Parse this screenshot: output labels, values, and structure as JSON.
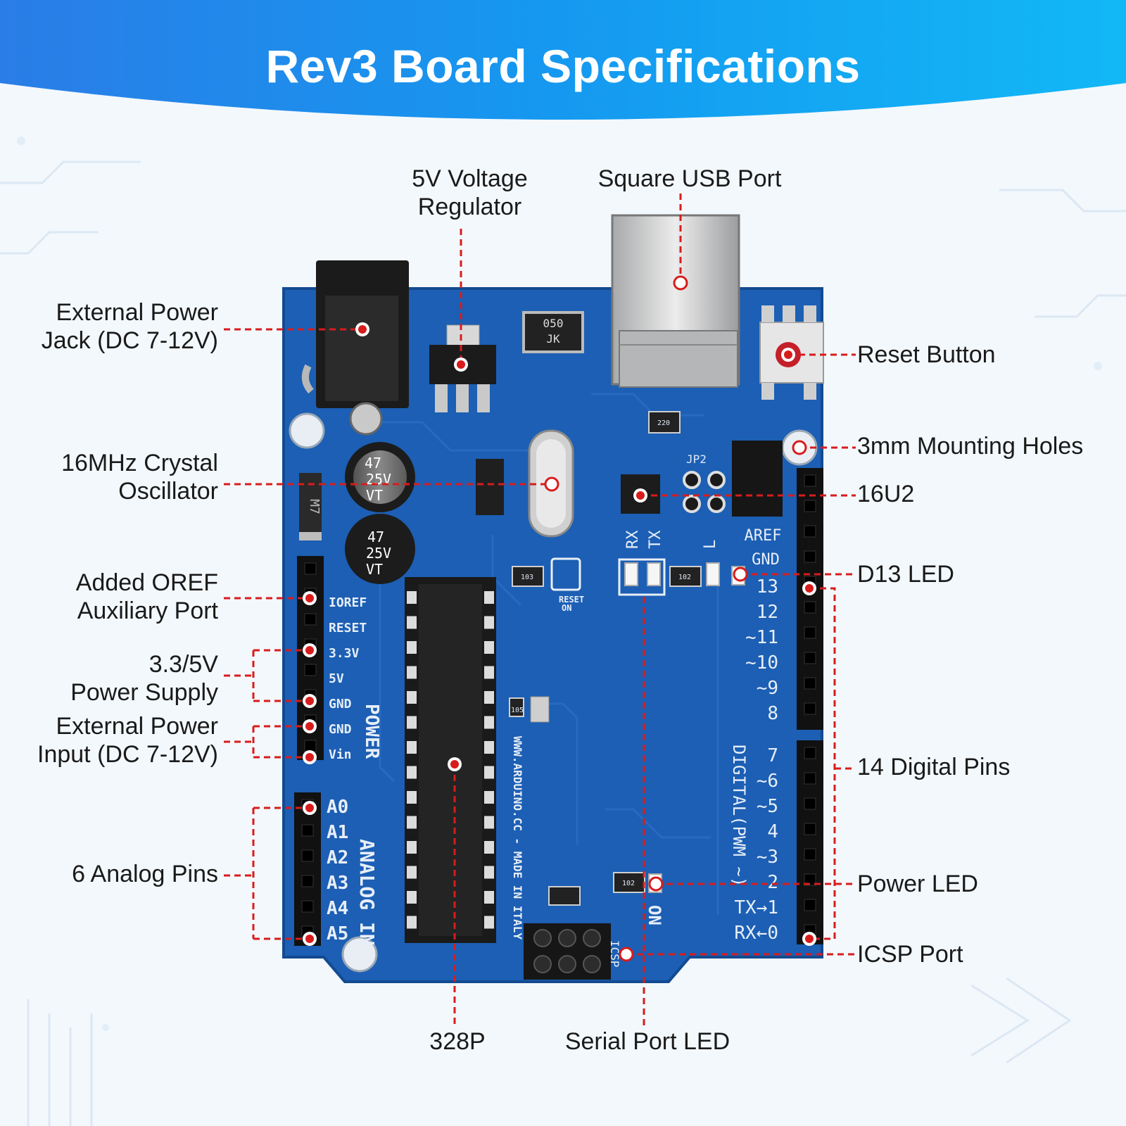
{
  "title": "Rev3 Board Specifications",
  "colors": {
    "banner_top": "#1f7fe6",
    "banner_bottom": "#10b4f5",
    "board": "#1b5fb3",
    "board_dark": "#124a92",
    "leader": "#d81c1c",
    "text": "#1a1a1a"
  },
  "callouts": {
    "external_power_jack": [
      "External Power",
      "Jack (DC 7-12V)"
    ],
    "voltage_regulator": [
      "5V Voltage",
      "Regulator"
    ],
    "usb_port": [
      "Square USB Port"
    ],
    "reset_button": [
      "Reset Button"
    ],
    "mounting_holes": [
      "3mm Mounting Holes"
    ],
    "crystal": [
      "16MHz Crystal",
      "Oscillator"
    ],
    "chip_16u2": [
      "16U2"
    ],
    "d13_led": [
      "D13 LED"
    ],
    "ioref_port": [
      "Added OREF",
      "Auxiliary Port"
    ],
    "power_supply": [
      "3.3/5V",
      "Power Supply"
    ],
    "external_input": [
      "External Power",
      "Input (DC 7-12V)"
    ],
    "analog_pins": [
      "6 Analog Pins"
    ],
    "digital_pins": [
      "14 Digital Pins"
    ],
    "power_led": [
      "Power LED"
    ],
    "icsp_port": [
      "ICSP Port"
    ],
    "chip_328p": [
      "328P"
    ],
    "serial_led": [
      "Serial Port LED"
    ]
  },
  "board_silkscreen": {
    "power_pins": [
      "IOREF",
      "RESET",
      "3.3V",
      "5V",
      "GND",
      "GND",
      "Vin"
    ],
    "power_header": "POWER",
    "analog_pins": [
      "A0",
      "A1",
      "A2",
      "A3",
      "A4",
      "A5"
    ],
    "analog_header": "ANALOG IN",
    "digital_pins": [
      "13",
      "12",
      "~11",
      "~10",
      "~9",
      "8",
      "7",
      "~6",
      "~5",
      "4",
      "~3",
      "2",
      "TX→1",
      "RX←0"
    ],
    "digital_header": "DIGITAL(PWM ~)",
    "aref": "AREF",
    "gnd": "GND",
    "rx": "RX",
    "tx": "TX",
    "l": "L",
    "on": "ON",
    "jp2": "JP2",
    "icsp": "ICSP",
    "website": "WWW.ARDUINO.CC - MADE IN ITALY",
    "reset_on": [
      "RESET",
      "ON"
    ],
    "cap_top": [
      "47",
      "25V",
      "VT"
    ],
    "cap_bottom": [
      "47",
      "25V",
      "VT"
    ],
    "fuse": [
      "050",
      "JK"
    ],
    "diode": "M7",
    "resistor_codes": [
      "220",
      "103",
      "102",
      "102",
      "105"
    ]
  }
}
